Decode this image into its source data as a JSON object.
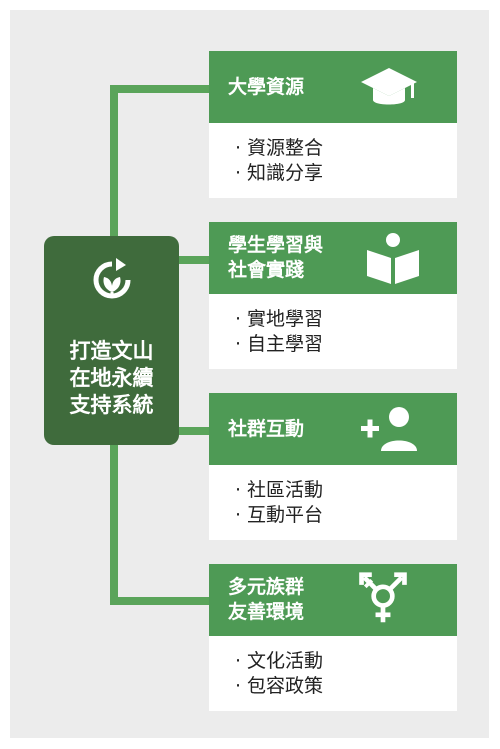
{
  "colors": {
    "accent": "#4e9a55",
    "center_box": "#3f6b3c",
    "connector": "#5aa45a",
    "panel_bg": "#ececec"
  },
  "center": {
    "icon": "recycle-leaf-icon",
    "lines": [
      "打造文山",
      "在地永續",
      "支持系統"
    ]
  },
  "cards": [
    {
      "title_lines": [
        "大學資源"
      ],
      "icon": "graduation-cap-icon",
      "items": [
        "資源整合",
        "知識分享"
      ]
    },
    {
      "title_lines": [
        "學生學習與",
        "社會實踐"
      ],
      "icon": "reading-person-icon",
      "items": [
        "實地學習",
        "自主學習"
      ]
    },
    {
      "title_lines": [
        "社群互動"
      ],
      "icon": "add-person-icon",
      "items": [
        "社區活動",
        "互動平台"
      ]
    },
    {
      "title_lines": [
        "多元族群",
        "友善環境"
      ],
      "icon": "gender-symbol-icon",
      "items": [
        "文化活動",
        "包容政策"
      ]
    }
  ]
}
